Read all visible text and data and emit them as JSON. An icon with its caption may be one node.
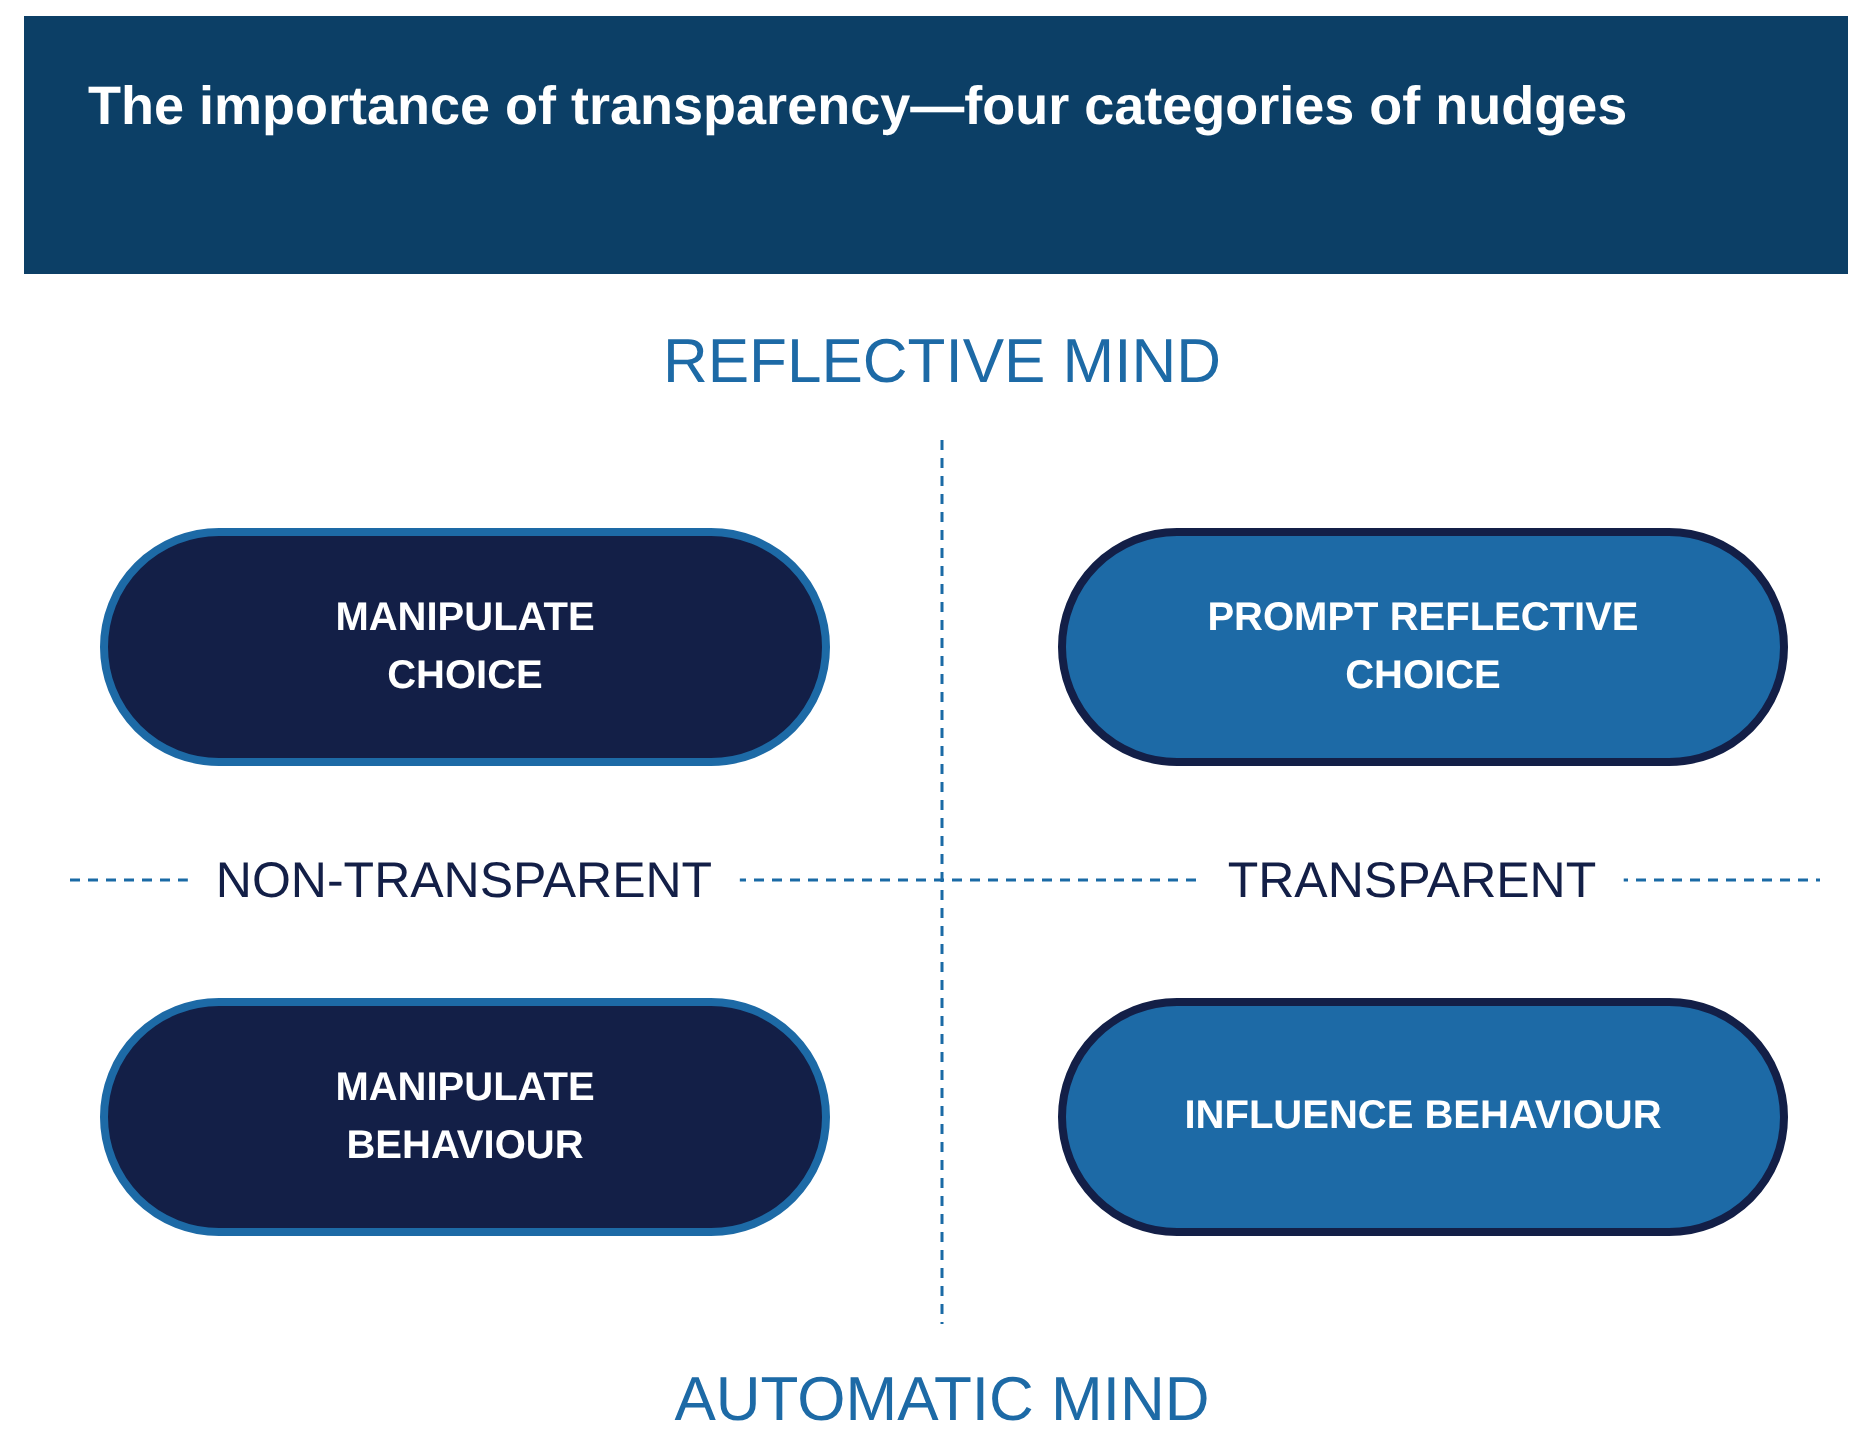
{
  "diagram": {
    "title": "The importance of transparency—four categories of nudges",
    "nodes": [
      {
        "text": [
          "MANIPULATE CHOICE"
        ]
      },
      {
        "text": [
          "PROMPT REFLECTIVE CHOICE"
        ]
      },
      {
        "text": [
          "MANIPULATE BEHAVIOUR"
        ]
      },
      {
        "text": [
          "INFLUENCE BEHAVIOUR"
        ]
      }
    ],
    "labels": [
      "REFLECTIVE MIND",
      "NON-TRANSPARENT",
      "TRANSPARENT",
      "AUTOMATIC MIND"
    ]
  }
}
